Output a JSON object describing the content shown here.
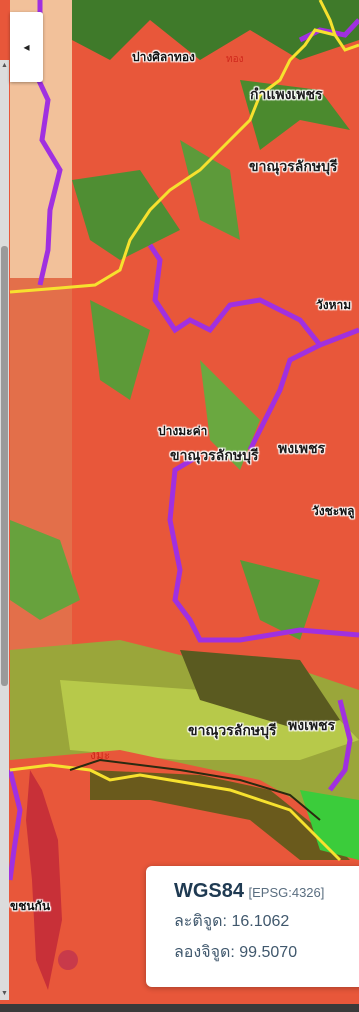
{
  "map": {
    "labels": {
      "l1": "ปางศิลาทอง",
      "l1b": "ทอง",
      "l2": "กำแพงเพชร",
      "l3": "ขาณุวรลักษบุรี",
      "l4": "วังหาม",
      "l5": "ปางมะค่า",
      "l6": "ขาณุวรลักษบุรี",
      "l6b": "พงเพชร",
      "l7": "วังชะพลู",
      "l8": "ขาณุวรลักษบุรี",
      "l8b": "พงเพชร",
      "l9": "งมะ",
      "l10": "ขชนกัน"
    }
  },
  "toggle": {
    "icon": "caret-left-icon",
    "glyph": "◂"
  },
  "coords": {
    "crs": "WGS84",
    "epsg": "[EPSG:4326]",
    "lat_label": "ละติจูด:",
    "lat": "16.1062",
    "lon_label": "ลองจิจูด:",
    "lon": "99.5070"
  }
}
